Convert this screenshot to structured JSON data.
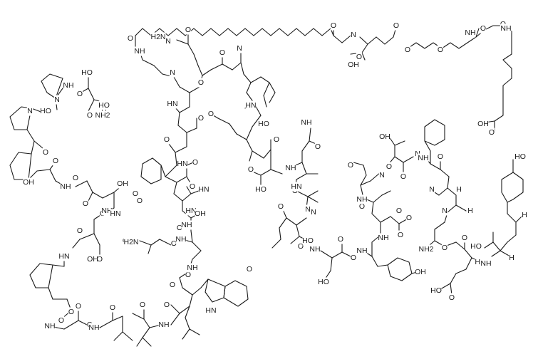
{
  "figure": {
    "kind": "chemical-structure",
    "description_color": "#1a1a1a",
    "background": "#ffffff"
  },
  "atoms": [
    {
      "id": "a1",
      "text": "O"
    },
    {
      "id": "a2",
      "text": "H2N"
    },
    {
      "id": "a3",
      "text": "NH"
    },
    {
      "id": "a4",
      "text": "O"
    },
    {
      "id": "a5",
      "text": "O"
    },
    {
      "id": "a6",
      "text": "N"
    },
    {
      "id": "a7",
      "text": "O"
    },
    {
      "id": "a8",
      "text": "OH"
    },
    {
      "id": "a9",
      "text": "O"
    },
    {
      "id": "a10",
      "text": "O"
    },
    {
      "id": "a11",
      "text": "NH"
    },
    {
      "id": "a12",
      "text": "O"
    },
    {
      "id": "a13",
      "text": "O"
    },
    {
      "id": "a14",
      "text": "NH"
    },
    {
      "id": "a15",
      "text": "HO"
    },
    {
      "id": "a16",
      "text": "O"
    },
    {
      "id": "a17",
      "text": "NH"
    },
    {
      "id": "a18",
      "text": "HO"
    },
    {
      "id": "a19",
      "text": "O"
    },
    {
      "id": "a20",
      "text": "N"
    },
    {
      "id": "a21",
      "text": "HO"
    },
    {
      "id": "a22",
      "text": "H"
    },
    {
      "id": "a23",
      "text": "N"
    },
    {
      "id": "a24",
      "text": "O"
    },
    {
      "id": "a25",
      "text": "NH2"
    },
    {
      "id": "a26",
      "text": "O"
    },
    {
      "id": "a27",
      "text": "N"
    },
    {
      "id": "a28",
      "text": "O"
    },
    {
      "id": "a29",
      "text": "N"
    },
    {
      "id": "a30",
      "text": "O"
    },
    {
      "id": "a31",
      "text": "N"
    },
    {
      "id": "a32",
      "text": "O"
    },
    {
      "id": "a33",
      "text": "HN"
    },
    {
      "id": "a34",
      "text": "O"
    },
    {
      "id": "a35",
      "text": "HN"
    },
    {
      "id": "a36",
      "text": "HO"
    },
    {
      "id": "a37",
      "text": "O"
    },
    {
      "id": "a38",
      "text": "NH"
    },
    {
      "id": "a39",
      "text": "O"
    },
    {
      "id": "a40",
      "text": "NH"
    },
    {
      "id": "a41",
      "text": "HO"
    },
    {
      "id": "a42",
      "text": "O"
    },
    {
      "id": "a43",
      "text": "N"
    },
    {
      "id": "a44",
      "text": "N"
    },
    {
      "id": "a45",
      "text": "O"
    },
    {
      "id": "a46",
      "text": "O"
    },
    {
      "id": "a47",
      "text": "HN"
    },
    {
      "id": "a48",
      "text": "O"
    },
    {
      "id": "a49",
      "text": "HN"
    },
    {
      "id": "a50",
      "text": "O"
    },
    {
      "id": "a51",
      "text": "HN"
    },
    {
      "id": "a52",
      "text": "OH"
    },
    {
      "id": "a53",
      "text": "O"
    },
    {
      "id": "a54",
      "text": "O"
    },
    {
      "id": "a55",
      "text": "H2N"
    },
    {
      "id": "a56",
      "text": "NH"
    },
    {
      "id": "a57",
      "text": "O"
    },
    {
      "id": "a58",
      "text": "HN"
    },
    {
      "id": "a59",
      "text": "O"
    },
    {
      "id": "a60",
      "text": "NH"
    },
    {
      "id": "a61",
      "text": "O"
    },
    {
      "id": "a62",
      "text": "O"
    },
    {
      "id": "a63",
      "text": "O"
    },
    {
      "id": "a64",
      "text": "NH"
    },
    {
      "id": "a65",
      "text": "O"
    },
    {
      "id": "a66",
      "text": "HN"
    },
    {
      "id": "a67",
      "text": "NH"
    },
    {
      "id": "a68",
      "text": "O"
    },
    {
      "id": "a69",
      "text": "O"
    },
    {
      "id": "a70",
      "text": "O"
    },
    {
      "id": "a71",
      "text": "O"
    },
    {
      "id": "a72",
      "text": "NH"
    },
    {
      "id": "a73",
      "text": "O"
    },
    {
      "id": "a74",
      "text": "O"
    },
    {
      "id": "a75",
      "text": "NH"
    },
    {
      "id": "a76",
      "text": "HN"
    },
    {
      "id": "a77",
      "text": "O"
    },
    {
      "id": "a78",
      "text": "O"
    },
    {
      "id": "a79",
      "text": "O"
    },
    {
      "id": "a80",
      "text": "NH"
    },
    {
      "id": "a81",
      "text": "O"
    },
    {
      "id": "a82",
      "text": "OH"
    },
    {
      "id": "a83",
      "text": "O"
    },
    {
      "id": "a84",
      "text": "NH"
    },
    {
      "id": "a85",
      "text": "HN"
    },
    {
      "id": "a86",
      "text": "O"
    },
    {
      "id": "a87",
      "text": "OH"
    },
    {
      "id": "a88",
      "text": "OH"
    },
    {
      "id": "a89",
      "text": "O"
    },
    {
      "id": "a90",
      "text": "O"
    },
    {
      "id": "a91",
      "text": "NH"
    },
    {
      "id": "a92",
      "text": "O"
    },
    {
      "id": "a93",
      "text": "HO"
    },
    {
      "id": "a94",
      "text": "HO"
    },
    {
      "id": "a95",
      "text": "O"
    },
    {
      "id": "a96",
      "text": "O"
    },
    {
      "id": "a97",
      "text": "NH"
    },
    {
      "id": "a98",
      "text": "O"
    },
    {
      "id": "a99",
      "text": "O"
    },
    {
      "id": "a100",
      "text": "NH"
    },
    {
      "id": "a101",
      "text": "O"
    },
    {
      "id": "a102",
      "text": "O"
    },
    {
      "id": "a103",
      "text": "OH"
    },
    {
      "id": "a104",
      "text": "NH"
    },
    {
      "id": "a105",
      "text": "O"
    },
    {
      "id": "a106",
      "text": "N"
    },
    {
      "id": "a107",
      "text": "O"
    },
    {
      "id": "a108",
      "text": "O"
    },
    {
      "id": "a109",
      "text": "N"
    },
    {
      "id": "a110",
      "text": "OH"
    },
    {
      "id": "a111",
      "text": "O"
    },
    {
      "id": "a112",
      "text": "NH"
    },
    {
      "id": "a113",
      "text": "N"
    },
    {
      "id": "a114",
      "text": "H"
    },
    {
      "id": "a115",
      "text": "N"
    },
    {
      "id": "a116",
      "text": "H"
    },
    {
      "id": "a117",
      "text": "NH2"
    },
    {
      "id": "a118",
      "text": "O"
    },
    {
      "id": "a119",
      "text": "HO"
    },
    {
      "id": "a120",
      "text": "O"
    },
    {
      "id": "a121",
      "text": "HN"
    },
    {
      "id": "a122",
      "text": "HO"
    },
    {
      "id": "a123",
      "text": "O"
    },
    {
      "id": "a124",
      "text": "NH"
    },
    {
      "id": "a125",
      "text": "H"
    },
    {
      "id": "a126",
      "text": "H"
    },
    {
      "id": "a127",
      "text": "HO"
    },
    {
      "id": "a128",
      "text": "O"
    },
    {
      "id": "a129",
      "text": "OH"
    }
  ]
}
